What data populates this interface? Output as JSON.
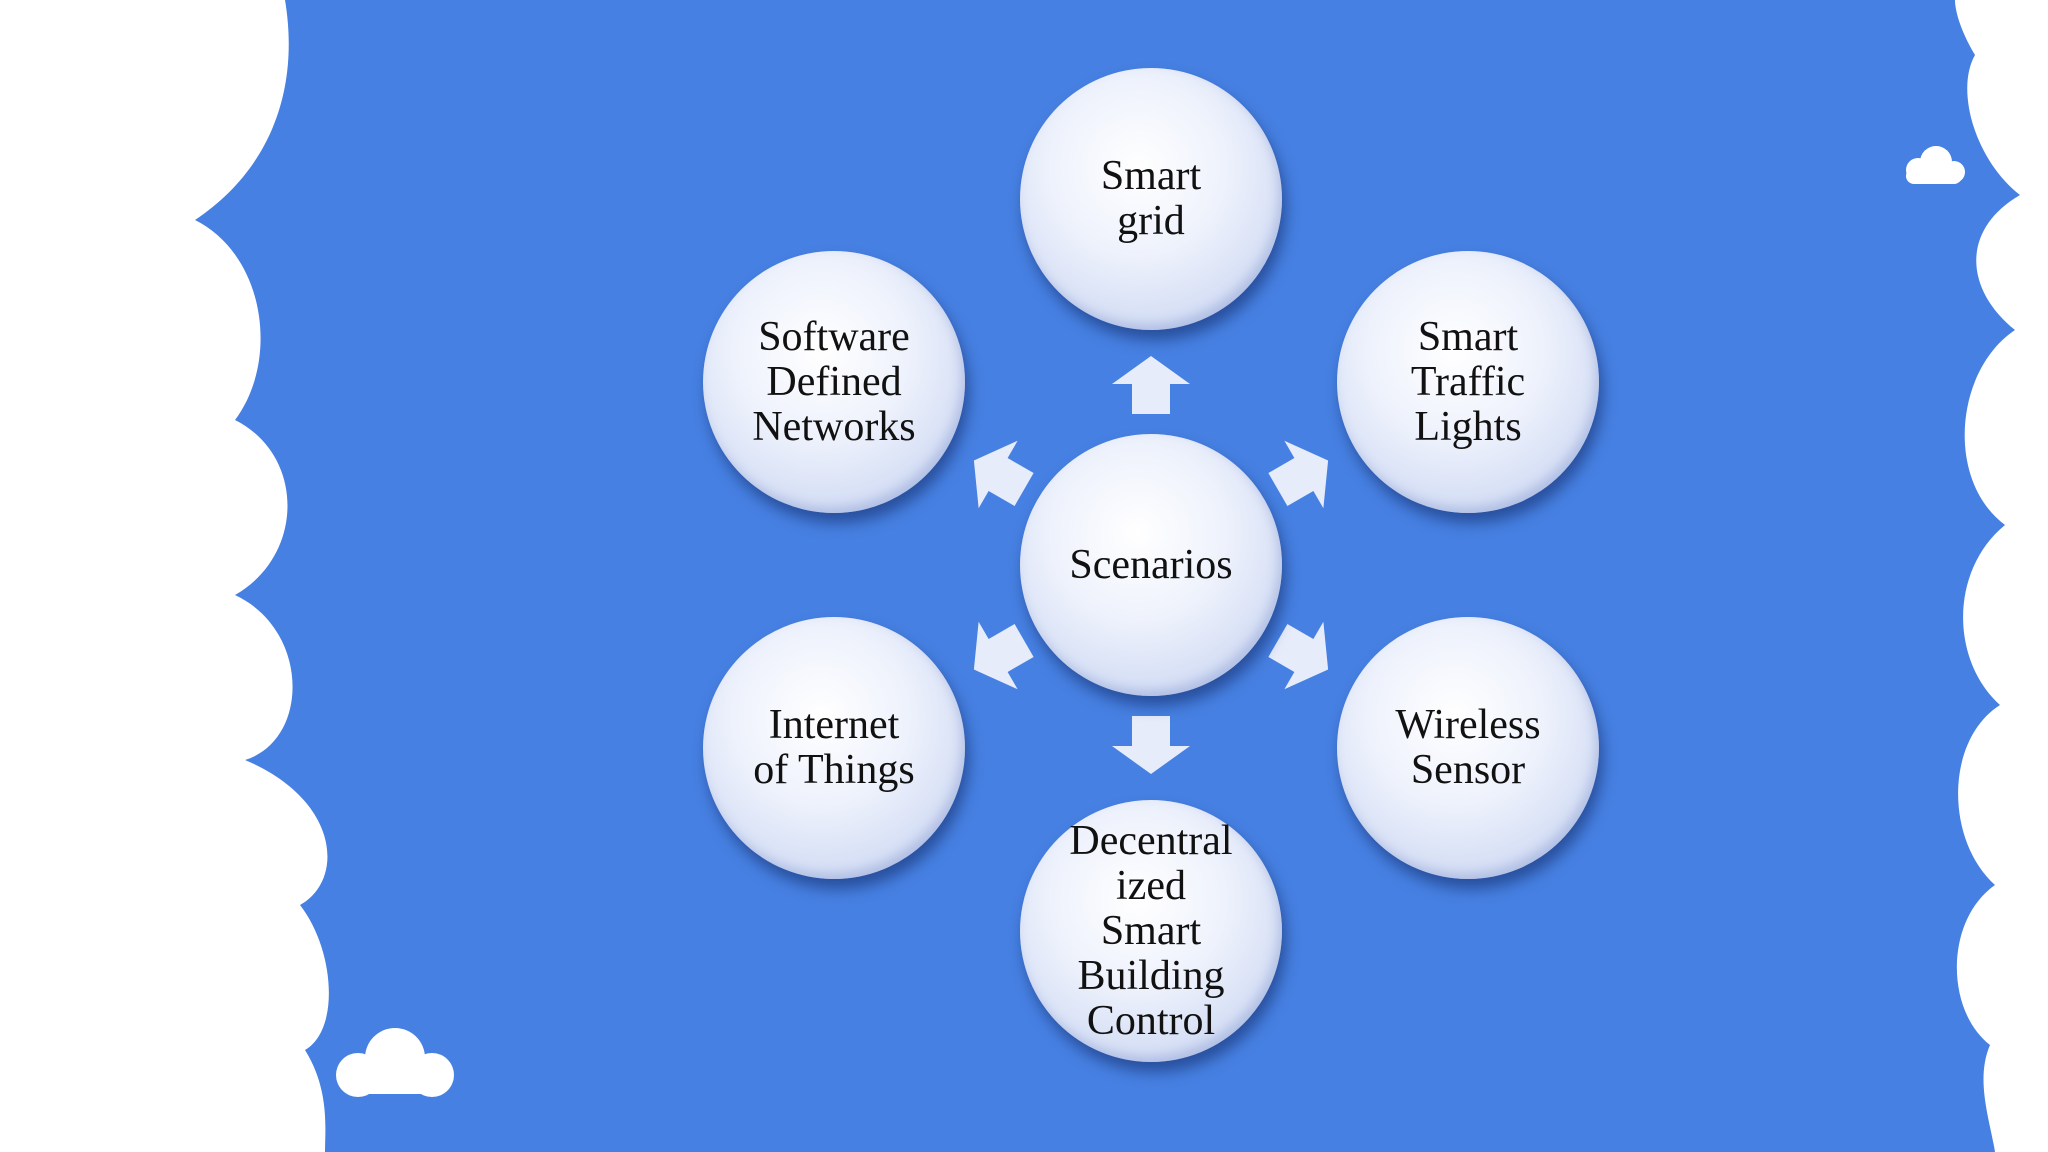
{
  "diagram": {
    "center": {
      "label": "Scenarios"
    },
    "nodes": [
      {
        "id": "smart-grid",
        "label": "Smart\ngrid"
      },
      {
        "id": "smart-traffic-lights",
        "label": "Smart\nTraffic\nLights"
      },
      {
        "id": "wireless-sensor",
        "label": "Wireless\nSensor"
      },
      {
        "id": "decentralized-smart-building-control",
        "label": "Decentral\nized\nSmart\nBuilding\nControl"
      },
      {
        "id": "internet-of-things",
        "label": "Internet\nof Things"
      },
      {
        "id": "software-defined-networks",
        "label": "Software\nDefined\nNetworks"
      }
    ]
  },
  "colors": {
    "background_blue": "#4680e2",
    "cloud_white": "#ffffff",
    "text": "#111111"
  }
}
